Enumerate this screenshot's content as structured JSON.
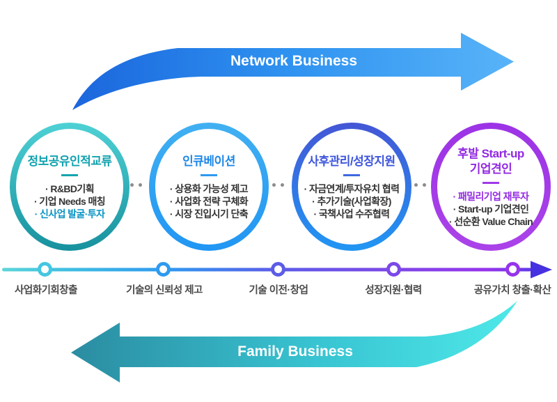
{
  "top_arrow": {
    "label": "Network Business"
  },
  "bottom_arrow": {
    "label": "Family Business"
  },
  "colors": {
    "top_arrow_start": "#1b66dd",
    "top_arrow_end": "#58b3f8",
    "bottom_arrow_start": "#2b8ca1",
    "bottom_arrow_end": "#4ee8e8",
    "timeline_start": "#5fd6da",
    "timeline_mid_blue": "#2e9af0",
    "timeline_mid_violet": "#5c5ce8",
    "timeline_purple": "#9634ec",
    "timeline_end": "#4531e0",
    "highlight_teal": "#0a93c4",
    "highlight_purple": "#9229e2"
  },
  "circles": [
    {
      "title_line1": "정보공유인적교류",
      "title_color": "#10a2ae",
      "ring_top": "#4ed1d5",
      "ring_bottom": "#17919e",
      "items": [
        {
          "text": "· R&BD기획"
        },
        {
          "text": "· 기업 Needs 매칭"
        },
        {
          "text": "· 신사업 발굴·투자"
        }
      ]
    },
    {
      "title_line1": "인큐베이션",
      "title_color": "#1e88e8",
      "ring_top": "#41b0f2",
      "ring_bottom": "#2196f3",
      "items": [
        {
          "text": "· 상용화 가능성 제고"
        },
        {
          "text": "· 사업화 전략 구체화"
        },
        {
          "text": "· 시장 진입시기 단축"
        }
      ]
    },
    {
      "title_line1": "사후관리/성장지원",
      "title_color": "#3d55dc",
      "ring_top": "#4456d6",
      "ring_bottom": "#2196f3",
      "items": [
        {
          "text": "· 자금연계/투자유치 협력"
        },
        {
          "text": "· 추가기술(사업확장)"
        },
        {
          "text": "· 국책사업 수주협력"
        }
      ]
    },
    {
      "title_line1": "후발 Start-up",
      "title_line2": "기업견인",
      "title_color": "#9229e2",
      "ring_top": "#9c33e6",
      "ring_bottom": "#ab43e9",
      "items": [
        {
          "text": "· 패밀리기업 재투자"
        },
        {
          "text": "· Start-up 기업견인"
        },
        {
          "text": "· 선순환 Value Chain"
        }
      ]
    }
  ],
  "timeline": {
    "milestones": [
      {
        "label": "사업화기회창출",
        "node_color": "#45c6e2"
      },
      {
        "label": "기술의 신뢰성 제고",
        "node_color": "#2e9af0"
      },
      {
        "label": "기술 이전·창업",
        "node_color": "#5c5ce8"
      },
      {
        "label": "성장지원·협력",
        "node_color": "#7d49e8"
      },
      {
        "label": "공유가치 창출·확산",
        "node_color": "#9634ec"
      }
    ]
  }
}
